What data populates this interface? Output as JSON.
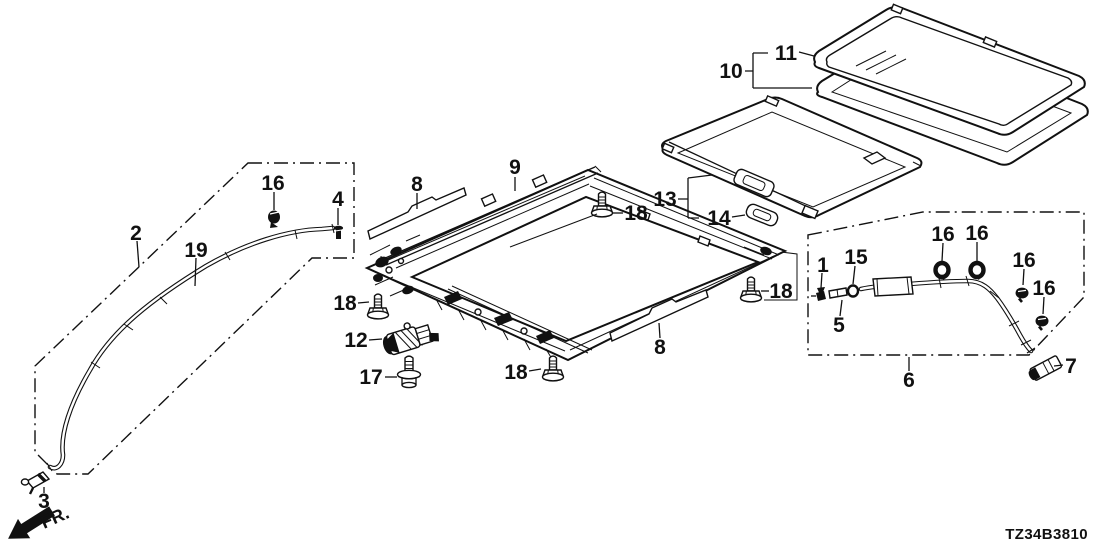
{
  "diagram": {
    "code": "TZ34B3810",
    "orientation_label": "FR.",
    "line_color": "#111111",
    "background": "#ffffff",
    "subject": "sliding-roof-exploded-parts-diagram"
  },
  "callouts": [
    {
      "id": "drain-channel-left",
      "label": "2"
    },
    {
      "id": "drain-tube-left",
      "label": "19"
    },
    {
      "id": "clip-left",
      "label": "16"
    },
    {
      "id": "screw-left",
      "label": "4"
    },
    {
      "id": "tube-end-left",
      "label": "3"
    },
    {
      "id": "rail-front",
      "label": "8"
    },
    {
      "id": "slide-rail",
      "label": "9"
    },
    {
      "id": "bolt-top",
      "label": "18"
    },
    {
      "id": "sunshade",
      "label": "13"
    },
    {
      "id": "sunshade-handle",
      "label": "14"
    },
    {
      "id": "glass-assembly",
      "label": "10"
    },
    {
      "id": "glass-seal",
      "label": "11"
    },
    {
      "id": "bolt-left",
      "label": "18"
    },
    {
      "id": "motor",
      "label": "12"
    },
    {
      "id": "motor-bolt",
      "label": "17"
    },
    {
      "id": "bolt-bottom",
      "label": "18"
    },
    {
      "id": "rail-rear",
      "label": "8"
    },
    {
      "id": "bolt-right",
      "label": "18"
    },
    {
      "id": "tube-joint-right",
      "label": "1"
    },
    {
      "id": "tube-clamp",
      "label": "15"
    },
    {
      "id": "tube-sleeve",
      "label": "5"
    },
    {
      "id": "tube-clip-a",
      "label": "16"
    },
    {
      "id": "tube-clip-b",
      "label": "16"
    },
    {
      "id": "tube-clip-c",
      "label": "16"
    },
    {
      "id": "tube-clip-d",
      "label": "16"
    },
    {
      "id": "drain-tube-right",
      "label": "6"
    },
    {
      "id": "tube-end-right",
      "label": "7"
    }
  ]
}
